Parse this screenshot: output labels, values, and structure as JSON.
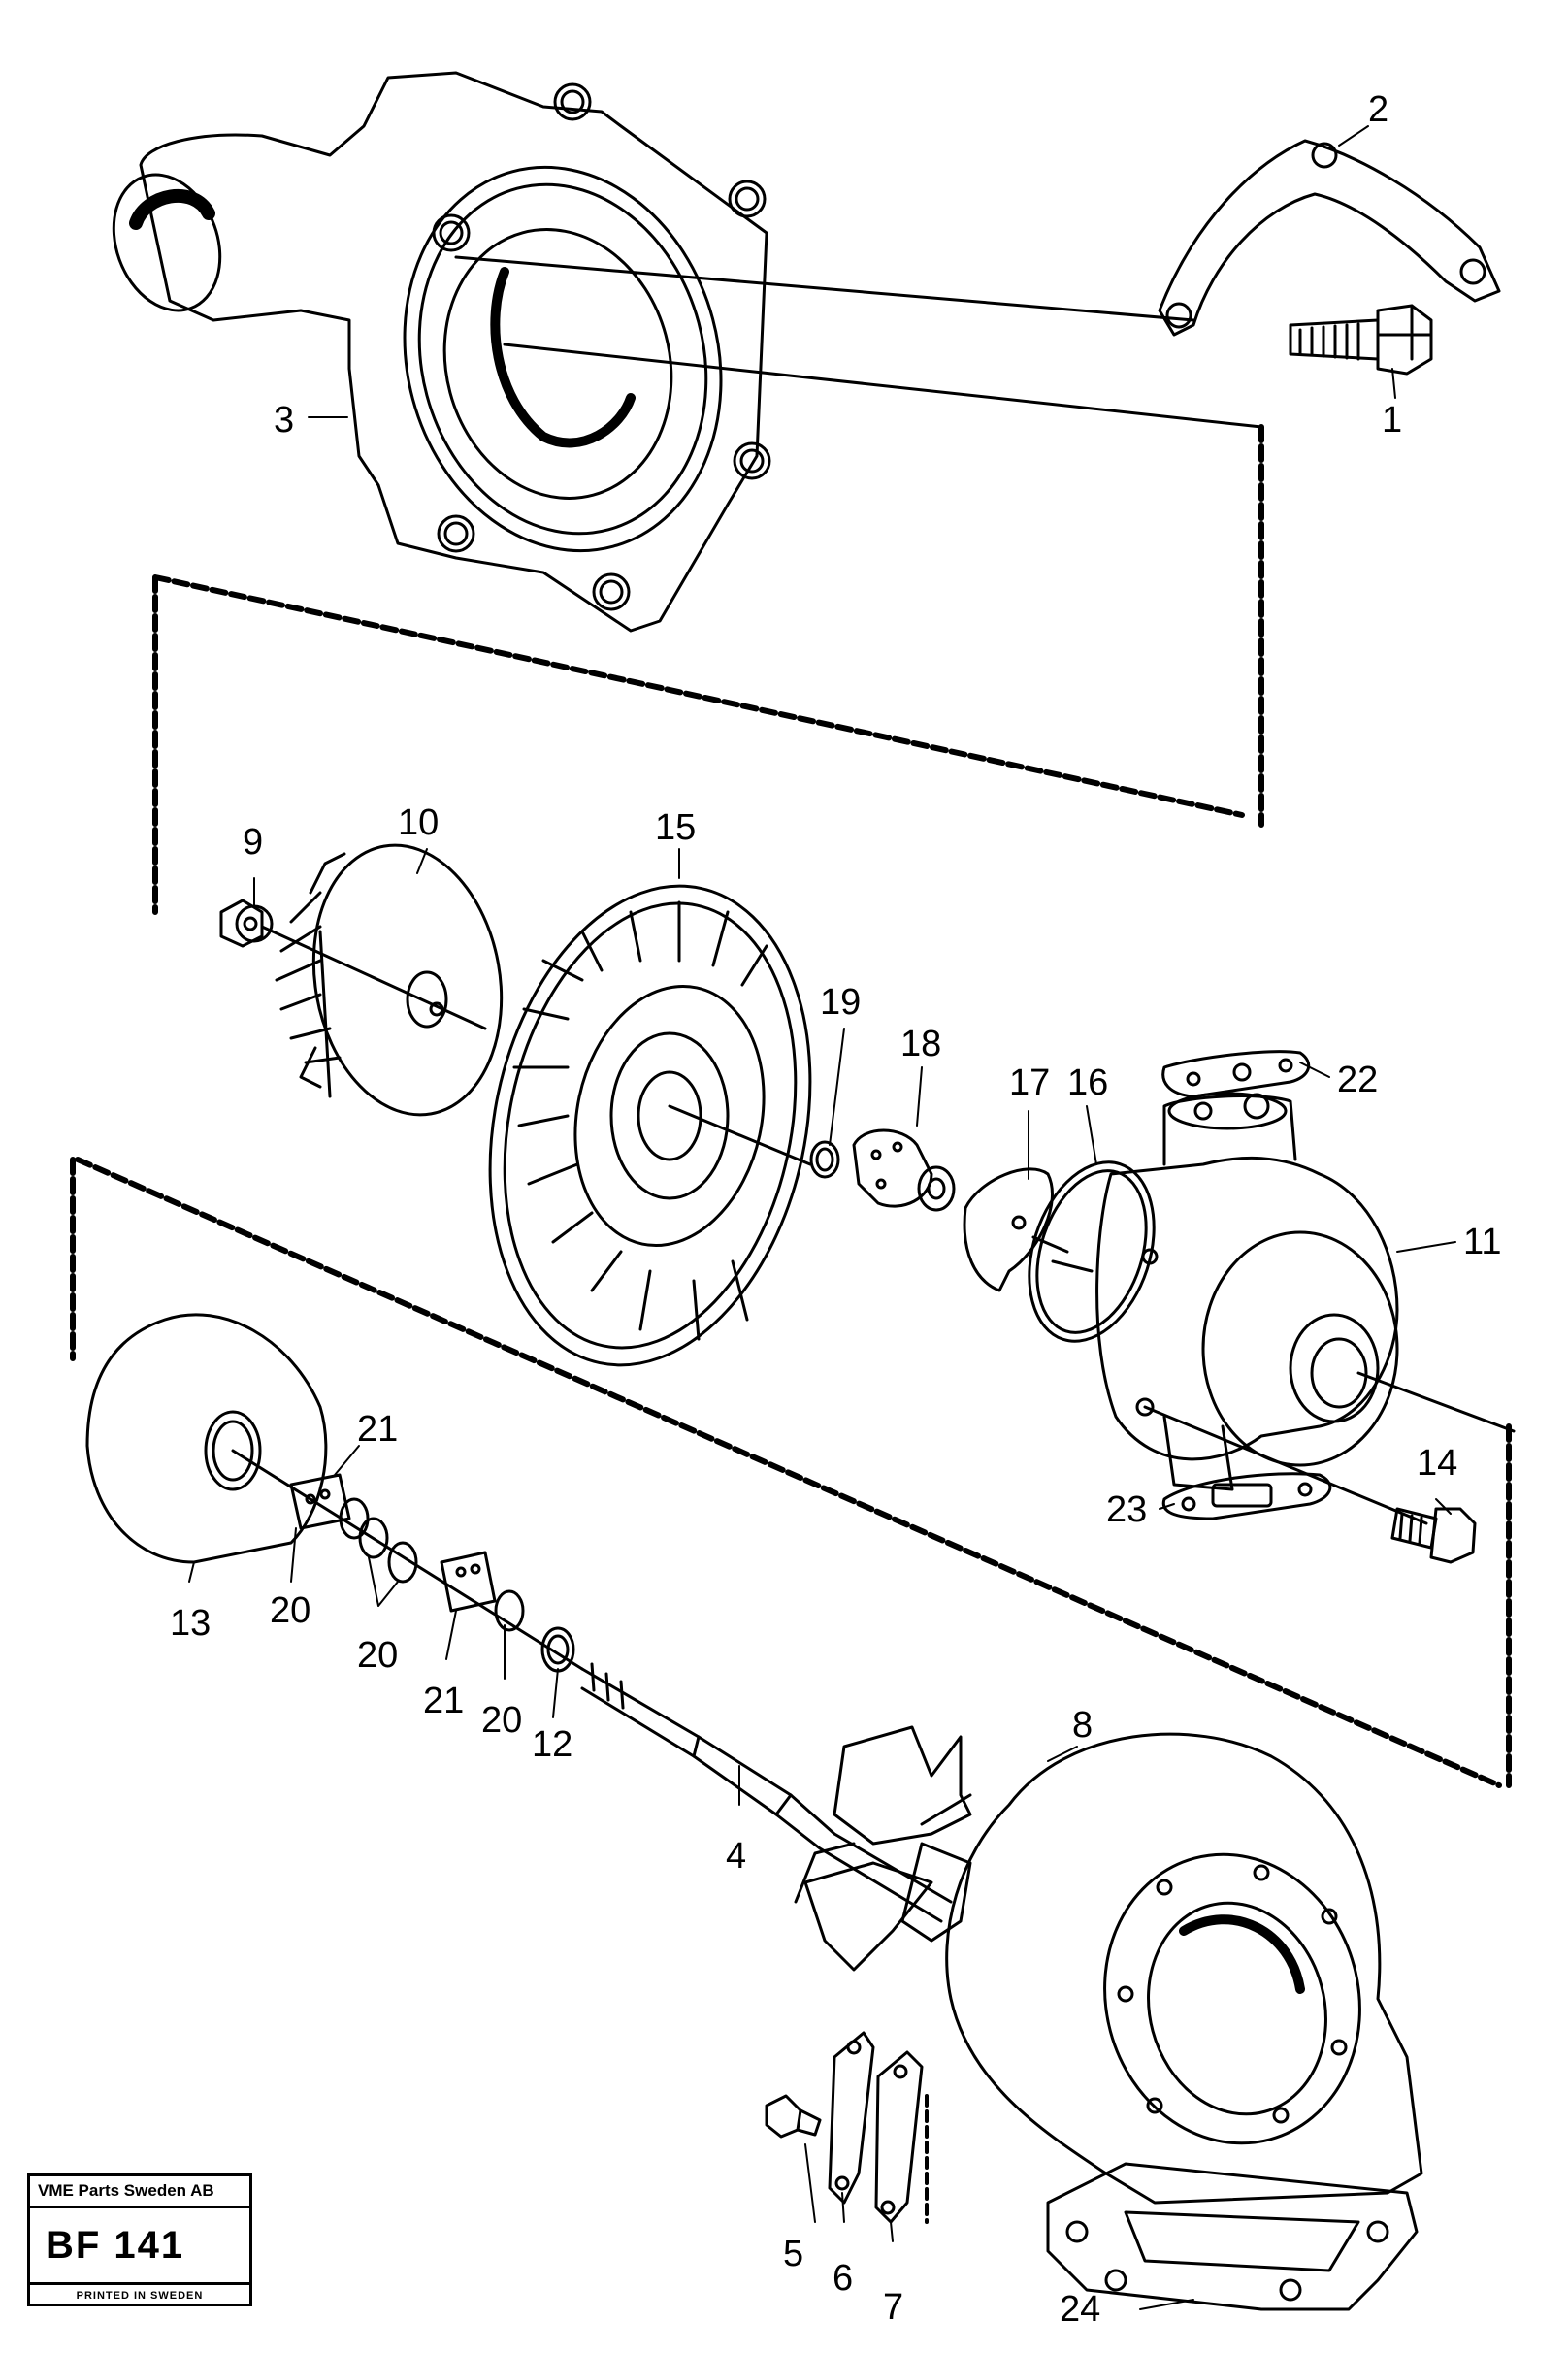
{
  "diagram": {
    "callouts": [
      {
        "id": "1",
        "text": "1"
      },
      {
        "id": "2",
        "text": "2"
      },
      {
        "id": "3",
        "text": "3"
      },
      {
        "id": "4",
        "text": "4"
      },
      {
        "id": "5",
        "text": "5"
      },
      {
        "id": "6",
        "text": "6"
      },
      {
        "id": "7",
        "text": "7"
      },
      {
        "id": "8",
        "text": "8"
      },
      {
        "id": "9",
        "text": "9"
      },
      {
        "id": "10",
        "text": "10"
      },
      {
        "id": "11",
        "text": "11"
      },
      {
        "id": "12",
        "text": "12"
      },
      {
        "id": "13",
        "text": "13"
      },
      {
        "id": "14",
        "text": "14"
      },
      {
        "id": "15",
        "text": "15"
      },
      {
        "id": "16",
        "text": "16"
      },
      {
        "id": "17",
        "text": "17"
      },
      {
        "id": "18",
        "text": "18"
      },
      {
        "id": "19",
        "text": "19"
      },
      {
        "id": "20a",
        "text": "20"
      },
      {
        "id": "20b",
        "text": "20"
      },
      {
        "id": "20c",
        "text": "20"
      },
      {
        "id": "21a",
        "text": "21"
      },
      {
        "id": "21b",
        "text": "21"
      },
      {
        "id": "22",
        "text": "22"
      },
      {
        "id": "23",
        "text": "23"
      },
      {
        "id": "24",
        "text": "24"
      }
    ]
  },
  "stamp": {
    "company": "VME Parts Sweden AB",
    "code": "BF 141",
    "printed": "PRINTED IN SWEDEN"
  }
}
